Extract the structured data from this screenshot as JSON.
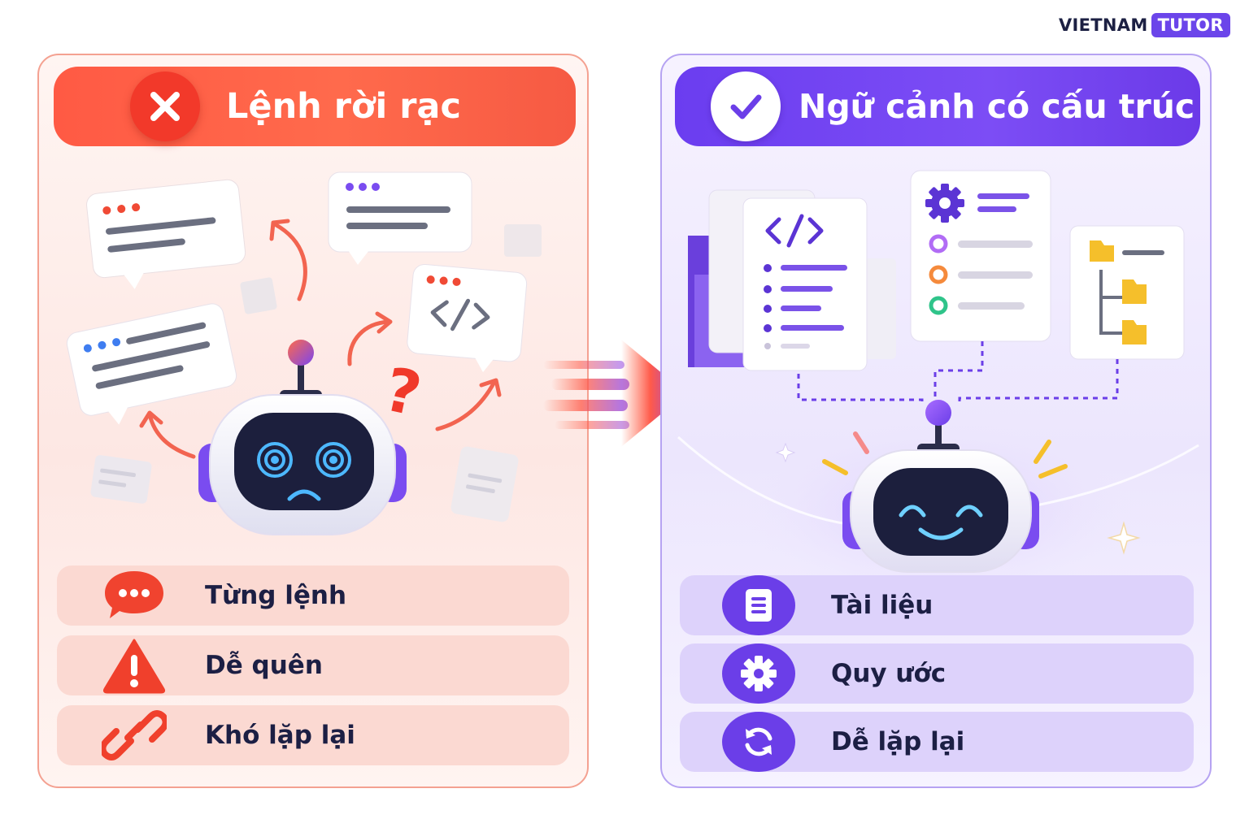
{
  "brand": {
    "part1": "VIETNAM",
    "part2": "TUTOR"
  },
  "left_panel": {
    "title": "Lệnh rời rạc",
    "items": [
      {
        "label": "Từng lệnh",
        "icon": "speech-bubble-icon"
      },
      {
        "label": "Dễ quên",
        "icon": "warning-icon"
      },
      {
        "label": "Khó lặp lại",
        "icon": "broken-link-icon"
      }
    ]
  },
  "right_panel": {
    "title": "Ngữ cảnh có cấu trúc",
    "items": [
      {
        "label": "Tài liệu",
        "icon": "document-icon"
      },
      {
        "label": "Quy ước",
        "icon": "gear-icon"
      },
      {
        "label": "Dễ lặp lại",
        "icon": "refresh-icon"
      }
    ]
  },
  "colors": {
    "red": "#ff5a44",
    "purple": "#6b3ee8",
    "navy": "#1c1f44"
  }
}
